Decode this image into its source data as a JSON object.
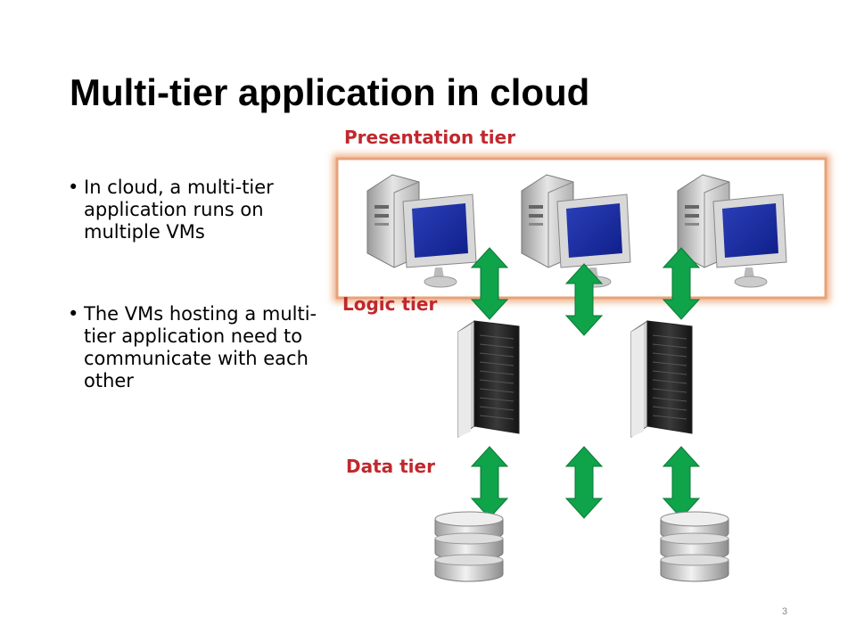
{
  "slide": {
    "title": "Multi-tier application in cloud",
    "bullets": [
      "In cloud, a multi-tier application runs on multiple VMs",
      "The VMs hosting a multi-tier application need to communicate with each other"
    ],
    "page_number": "3"
  },
  "diagram": {
    "tiers": {
      "presentation": "Presentation tier",
      "logic": "Logic tier",
      "data": "Data tier"
    },
    "presentation_computers": 3,
    "logic_servers": 2,
    "data_databases": 2,
    "colors": {
      "highlight_border": "#e8a27a",
      "arrow": "#0fa34a",
      "tier_label": "#c0282d"
    }
  }
}
